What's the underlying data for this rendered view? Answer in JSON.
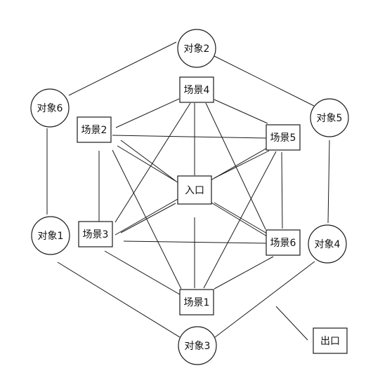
{
  "nodes": [
    {
      "id": "scene1",
      "label": "场景1",
      "shape": "box"
    },
    {
      "id": "scene2",
      "label": "场景2",
      "shape": "box"
    },
    {
      "id": "scene3",
      "label": "场景3",
      "shape": "box"
    },
    {
      "id": "scene4",
      "label": "场景4",
      "shape": "box"
    },
    {
      "id": "scene5",
      "label": "场景5",
      "shape": "box"
    },
    {
      "id": "scene6",
      "label": "场景6",
      "shape": "box"
    },
    {
      "id": "entrance",
      "label": "入口",
      "shape": "box"
    },
    {
      "id": "exit",
      "label": "出口",
      "shape": "box"
    },
    {
      "id": "object1",
      "label": "对象1",
      "shape": "circle"
    },
    {
      "id": "object2",
      "label": "对象2",
      "shape": "circle"
    },
    {
      "id": "object3",
      "label": "对象3",
      "shape": "circle"
    },
    {
      "id": "object4",
      "label": "对象4",
      "shape": "circle"
    },
    {
      "id": "object5",
      "label": "对象5",
      "shape": "circle"
    },
    {
      "id": "object6",
      "label": "对象6",
      "shape": "circle"
    }
  ],
  "edges": [
    [
      "object2",
      "object5"
    ],
    [
      "object5",
      "object4"
    ],
    [
      "object4",
      "object3"
    ],
    [
      "object3",
      "object1"
    ],
    [
      "object1",
      "object6"
    ],
    [
      "object6",
      "object2"
    ],
    [
      "scene4",
      "scene2"
    ],
    [
      "scene4",
      "scene5"
    ],
    [
      "scene4",
      "entrance"
    ],
    [
      "scene4",
      "scene3"
    ],
    [
      "scene4",
      "scene6"
    ],
    [
      "scene2",
      "scene5"
    ],
    [
      "scene2",
      "scene3"
    ],
    [
      "scene2",
      "entrance"
    ],
    [
      "scene2",
      "scene6"
    ],
    [
      "scene2",
      "scene1"
    ],
    [
      "scene5",
      "entrance"
    ],
    [
      "scene5",
      "scene3"
    ],
    [
      "scene5",
      "scene6"
    ],
    [
      "scene5",
      "scene1"
    ],
    [
      "scene3",
      "scene6"
    ],
    [
      "scene3",
      "entrance"
    ],
    [
      "scene3",
      "scene1"
    ],
    [
      "scene6",
      "entrance"
    ],
    [
      "scene6",
      "scene1"
    ],
    [
      "entrance",
      "scene1"
    ],
    [
      "object4",
      "exit"
    ]
  ]
}
